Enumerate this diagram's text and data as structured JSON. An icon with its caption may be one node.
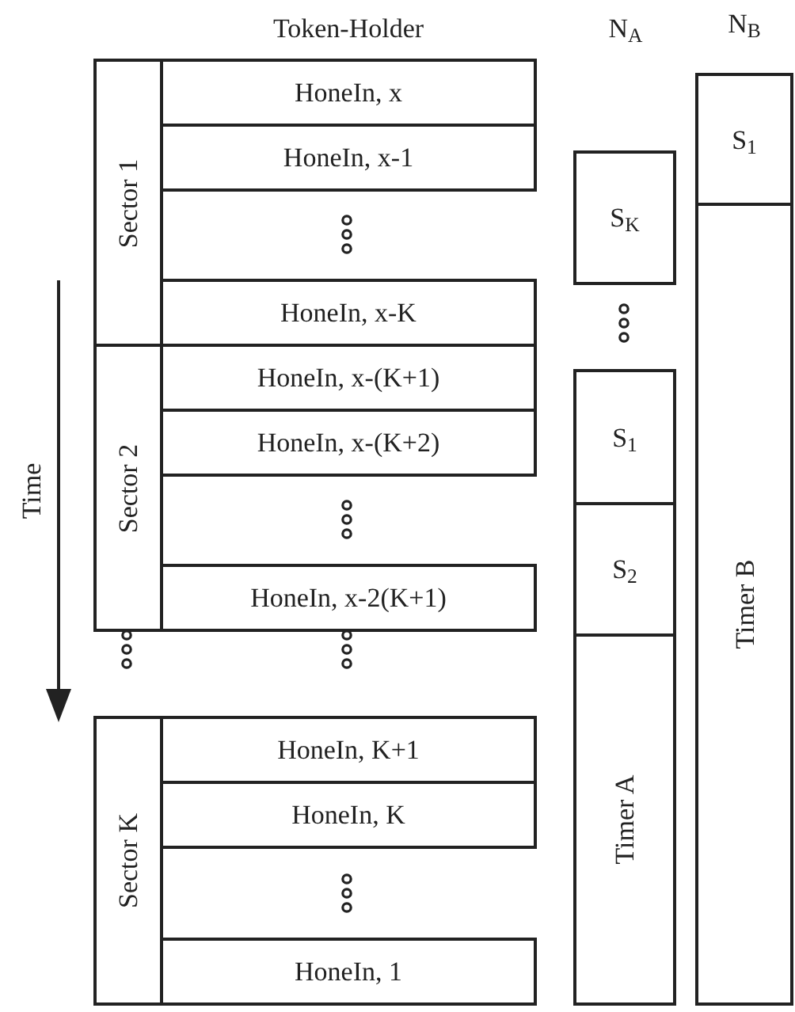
{
  "diagram": {
    "nodes": [
      {
        "text": [
          "Sector 1"
        ]
      },
      {
        "text": [
          "HoneIn, x"
        ]
      },
      {
        "text": [
          "HoneIn, x-1"
        ]
      },
      {
        "text": [
          "HoneIn, x-K"
        ]
      },
      {
        "text": [
          "Sector 2"
        ]
      },
      {
        "text": [
          "HoneIn, x-(K+1)"
        ]
      },
      {
        "text": [
          "HoneIn, x-(K+2)"
        ]
      },
      {
        "text": [
          "HoneIn, x-2(K+1)"
        ]
      },
      {
        "text": [
          "Sector K"
        ]
      },
      {
        "text": [
          "HoneIn, K+1"
        ]
      },
      {
        "text": [
          "HoneIn, K"
        ]
      },
      {
        "text": [
          "HoneIn, 1"
        ]
      },
      {
        "text": [
          "S$_{K}$"
        ]
      },
      {
        "text": [
          "S$_{1}$"
        ]
      },
      {
        "text": [
          "S$_{2}$"
        ]
      },
      {
        "text": [
          "Timer A"
        ]
      },
      {
        "text": [
          "S$_{1}$"
        ]
      },
      {
        "text": [
          "Timer B"
        ]
      }
    ],
    "labels": [
      "Token-Holder",
      "N$_{A}$",
      "N$_{B}$",
      "Time"
    ]
  }
}
